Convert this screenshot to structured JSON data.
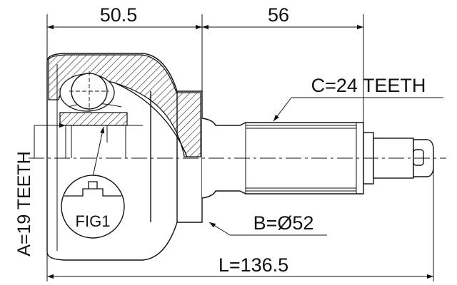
{
  "dimensions": {
    "housing_length": "50.5",
    "shaft_length": "56",
    "total_length": "L=136.5"
  },
  "specs": {
    "inner_teeth": "A=19 TEETH",
    "outer_teeth": "C=24 TEETH",
    "housing_diameter": "B=Ø52"
  },
  "callout": {
    "figure_label": "FIG1"
  },
  "colors": {
    "line": "#111111",
    "background": "#ffffff"
  }
}
